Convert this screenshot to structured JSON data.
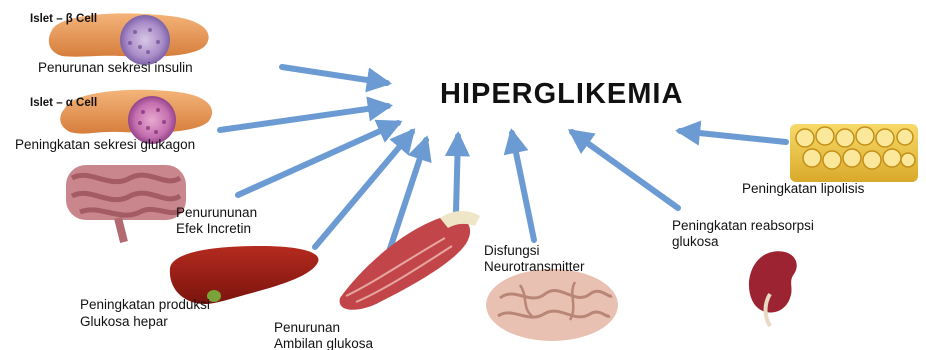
{
  "title": "HIPERGLIKEMIA",
  "cells": {
    "beta": "Islet – β Cell",
    "alpha": "Islet – α Cell"
  },
  "factors": {
    "insulin": "Penurunan sekresi insulin",
    "glucagon": "Peningkatan sekresi glukagon",
    "incretin_1": "Penurununan",
    "incretin_2": "Efek Incretin",
    "liver_1": "Peningkatan produksi",
    "liver_2": "Glukosa hepar",
    "muscle_1": "Penurunan",
    "muscle_2": "Ambilan glukosa",
    "neuro_1": "Disfungsi",
    "neuro_2": "Neurotransmitter",
    "kidney_1": "Peningkatan reabsorpsi",
    "kidney_2": "glukosa",
    "lipolysis": "Peningkatan lipolisis"
  },
  "icons": [
    "pancreas-beta-icon",
    "pancreas-alpha-icon",
    "intestine-icon",
    "liver-icon",
    "muscle-icon",
    "brain-icon",
    "kidney-icon",
    "fat-tissue-icon"
  ],
  "colors": {
    "arrow": "#6b9bd2",
    "title": "#111111"
  }
}
